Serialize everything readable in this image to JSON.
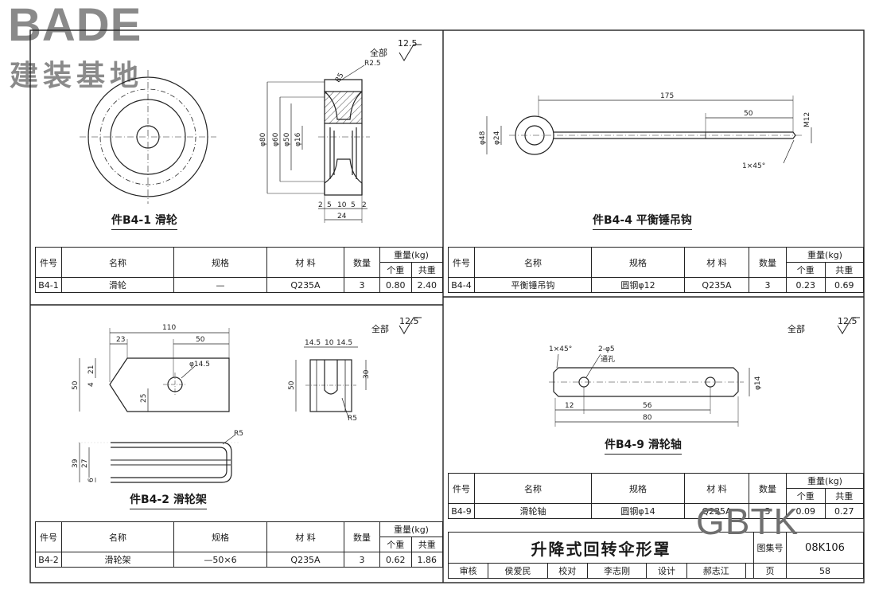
{
  "logo": {
    "latin": "BADE",
    "cn": "建装基地"
  },
  "watermark": "GBTK",
  "finish": {
    "label": "全部",
    "value": "12.5"
  },
  "panels": {
    "b41": {
      "caption": "件B4-1  滑轮",
      "dims": {
        "r25": "R2.5",
        "r5": "R5",
        "d80": "φ80",
        "d60": "φ60",
        "d50": "φ50",
        "d16": "φ16",
        "w2a": "2",
        "w5a": "5",
        "w10": "10",
        "w5b": "5",
        "w2b": "2",
        "w24": "24"
      }
    },
    "b44": {
      "caption": "件B4-4  平衡锤吊钩",
      "dims": {
        "l175": "175",
        "l50": "50",
        "m12": "M12",
        "d48": "φ48",
        "d24": "φ24",
        "chamfer": "1×45°"
      }
    },
    "b42": {
      "caption": "件B4-2  滑轮架",
      "dims": {
        "l110": "110",
        "l23": "23",
        "l50": "50",
        "hole": "φ14.5",
        "h50": "50",
        "h21": "21",
        "h4": "4",
        "h25": "25",
        "t145a": "14.5",
        "t10": "10",
        "t145b": "14.5",
        "h50b": "50",
        "h30": "30",
        "r5": "R5",
        "r5b": "R5",
        "h39": "39",
        "h27": "27",
        "h6": "6"
      }
    },
    "b49": {
      "caption": "件B4-9  滑轮轴",
      "dims": {
        "chamfer": "1×45°",
        "holes": "2-φ5",
        "holes_note": "通孔",
        "d14": "φ14",
        "l12": "12",
        "l56": "56",
        "l80": "80"
      }
    }
  },
  "table_headers": {
    "no": "件号",
    "name": "名称",
    "spec": "规格",
    "material": "材 料",
    "qty": "数量",
    "weight": "重量(kg)",
    "unit": "个重",
    "total": "共重"
  },
  "rows": {
    "b41": {
      "no": "B4-1",
      "name": "滑轮",
      "spec": "—",
      "material": "Q235A",
      "qty": "3",
      "unit": "0.80",
      "total": "2.40"
    },
    "b44": {
      "no": "B4-4",
      "name": "平衡锤吊钩",
      "spec": "圆钢φ12",
      "material": "Q235A",
      "qty": "3",
      "unit": "0.23",
      "total": "0.69"
    },
    "b42": {
      "no": "B4-2",
      "name": "滑轮架",
      "spec": "—50×6",
      "material": "Q235A",
      "qty": "3",
      "unit": "0.62",
      "total": "1.86"
    },
    "b49": {
      "no": "B4-9",
      "name": "滑轮轴",
      "spec": "圆钢φ14",
      "material": "Q235A",
      "qty": "3",
      "unit": "0.09",
      "total": "0.27"
    }
  },
  "title_block": {
    "title": "升降式回转伞形罩",
    "atlas_label": "图集号",
    "atlas_no": "08K106",
    "review_label": "审核",
    "reviewer": "侯爱民",
    "check_label": "校对",
    "checker": "李志刚",
    "design_label": "设计",
    "designer": "郝志江",
    "page_label": "页",
    "page_no": "58"
  }
}
